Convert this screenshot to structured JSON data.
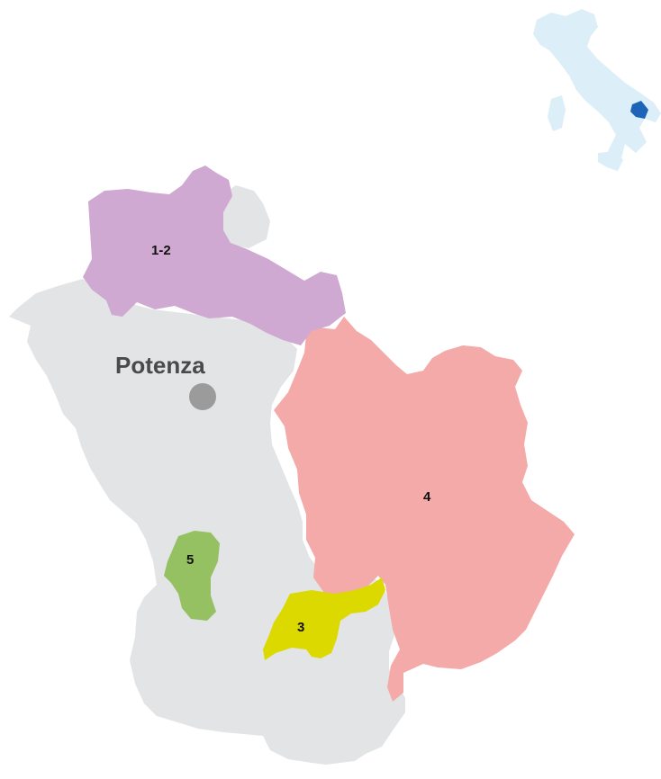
{
  "map": {
    "colors": {
      "region": "#e3e4e5",
      "inset_country": "#dceef7",
      "inset_highlight": "#1d63b8",
      "city_dot": "#9b9b9b"
    },
    "city": {
      "name": "Potenza",
      "icon": "city-dot"
    },
    "zones": [
      {
        "id": "1-2",
        "label": "1-2",
        "color": "#cfa9d1"
      },
      {
        "id": "3",
        "label": "3",
        "color": "#dcd900"
      },
      {
        "id": "4",
        "label": "4",
        "color": "#f3aaa9"
      },
      {
        "id": "5",
        "label": "5",
        "color": "#95c162"
      }
    ],
    "inset": {
      "icon": "italy-locator-map"
    }
  }
}
